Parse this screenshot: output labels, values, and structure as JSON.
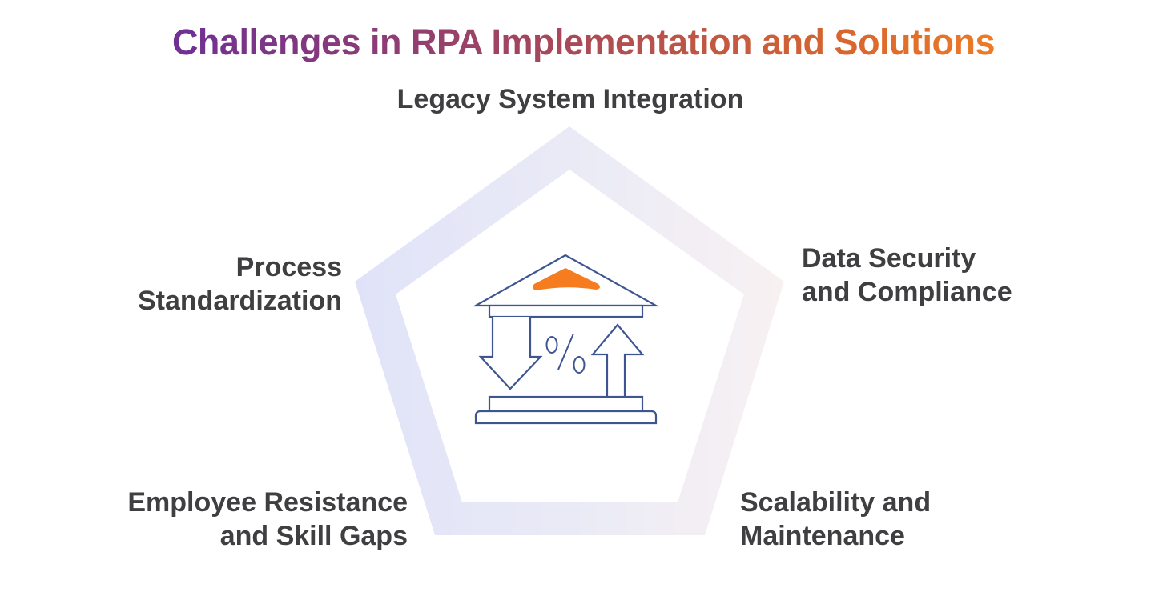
{
  "title": "Challenges in RPA Implementation and Solutions",
  "colors": {
    "title_gradient_start": "#6a2e9a",
    "title_gradient_end": "#f17f24",
    "label_text": "#3f3f41",
    "pentagon_left": "#e2e5f8",
    "pentagon_right": "#f7f0f2",
    "icon_stroke": "#3d5590",
    "icon_accent": "#f57c1f"
  },
  "center_icon": {
    "name": "bank-percent-icon",
    "symbol": "%"
  },
  "challenges": [
    {
      "position": "top",
      "lines": [
        "Legacy System Integration"
      ]
    },
    {
      "position": "left",
      "lines": [
        "Process",
        "Standardization"
      ]
    },
    {
      "position": "right",
      "lines": [
        "Data Security",
        "and Compliance"
      ]
    },
    {
      "position": "bottom-left",
      "lines": [
        "Employee Resistance",
        "and Skill Gaps"
      ]
    },
    {
      "position": "bottom-right",
      "lines": [
        "Scalability and",
        "Maintenance"
      ]
    }
  ]
}
